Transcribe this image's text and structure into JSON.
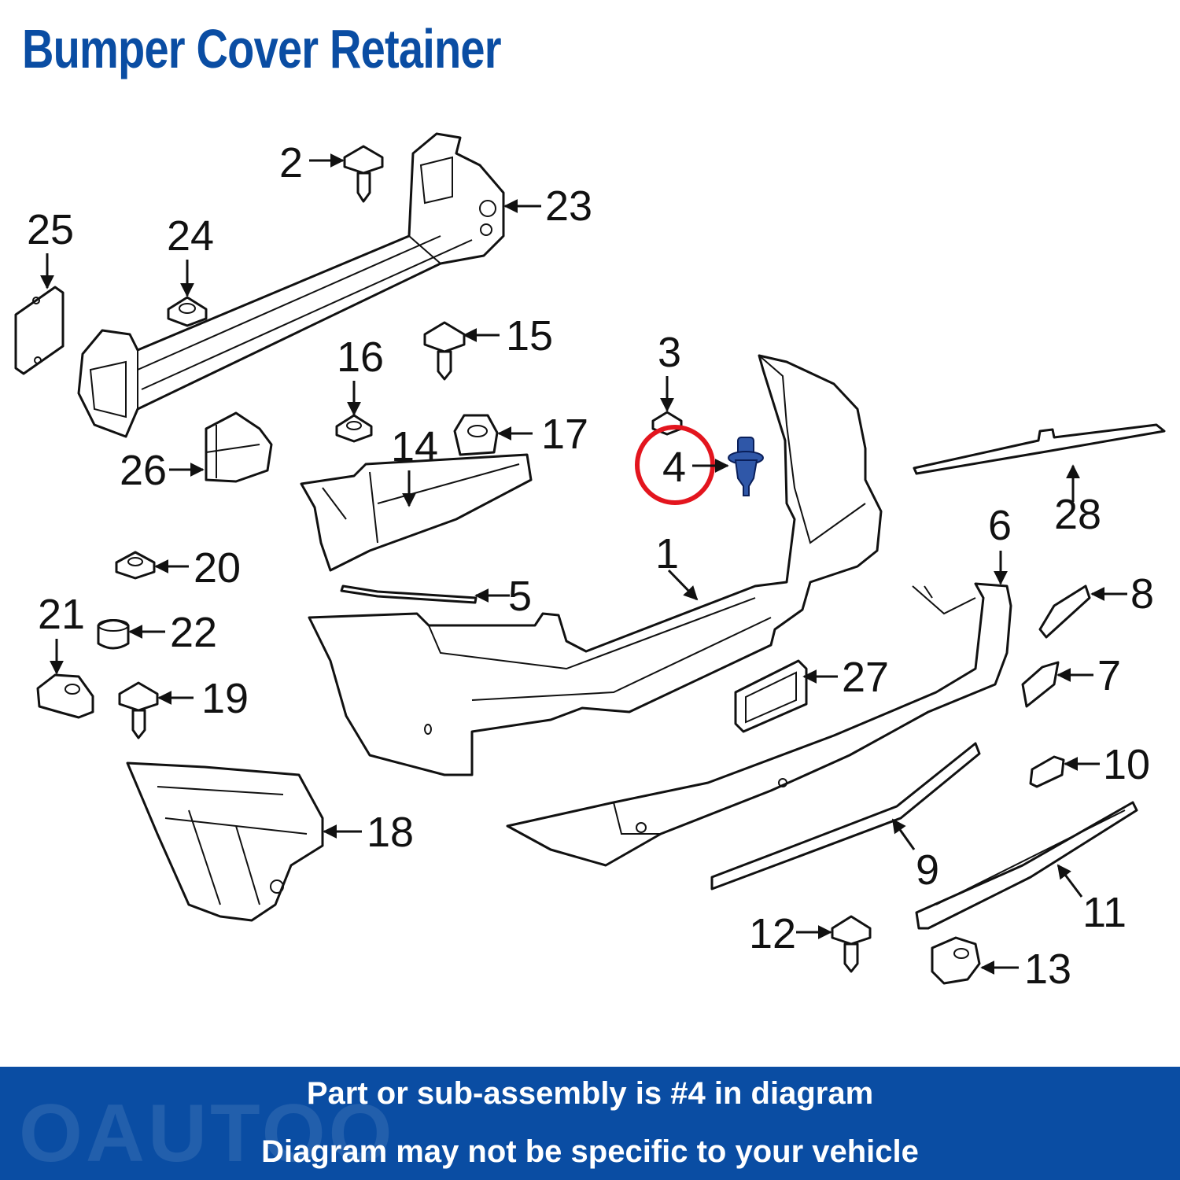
{
  "title": "Bumper Cover Retainer",
  "colors": {
    "title": "#0a4da3",
    "banner": "#0a4da3",
    "highlight": "#e3151e",
    "part_fill": "#2f57a8"
  },
  "callouts": [
    {
      "id": "c1",
      "label": "1"
    },
    {
      "id": "c2",
      "label": "2"
    },
    {
      "id": "c3",
      "label": "3"
    },
    {
      "id": "c4",
      "label": "4"
    },
    {
      "id": "c5",
      "label": "5"
    },
    {
      "id": "c6",
      "label": "6"
    },
    {
      "id": "c7",
      "label": "7"
    },
    {
      "id": "c8",
      "label": "8"
    },
    {
      "id": "c9",
      "label": "9"
    },
    {
      "id": "c10",
      "label": "10"
    },
    {
      "id": "c11",
      "label": "11"
    },
    {
      "id": "c12",
      "label": "12"
    },
    {
      "id": "c13",
      "label": "13"
    },
    {
      "id": "c14",
      "label": "14"
    },
    {
      "id": "c15",
      "label": "15"
    },
    {
      "id": "c16",
      "label": "16"
    },
    {
      "id": "c17",
      "label": "17"
    },
    {
      "id": "c18",
      "label": "18"
    },
    {
      "id": "c19",
      "label": "19"
    },
    {
      "id": "c20",
      "label": "20"
    },
    {
      "id": "c21",
      "label": "21"
    },
    {
      "id": "c22",
      "label": "22"
    },
    {
      "id": "c23",
      "label": "23"
    },
    {
      "id": "c24",
      "label": "24"
    },
    {
      "id": "c25",
      "label": "25"
    },
    {
      "id": "c26",
      "label": "26"
    },
    {
      "id": "c27",
      "label": "27"
    },
    {
      "id": "c28",
      "label": "28"
    }
  ],
  "banner": {
    "brand": "OAUTOO",
    "line1": "Part or sub-assembly is #4 in diagram",
    "line2": "Diagram may not be specific to your vehicle"
  }
}
